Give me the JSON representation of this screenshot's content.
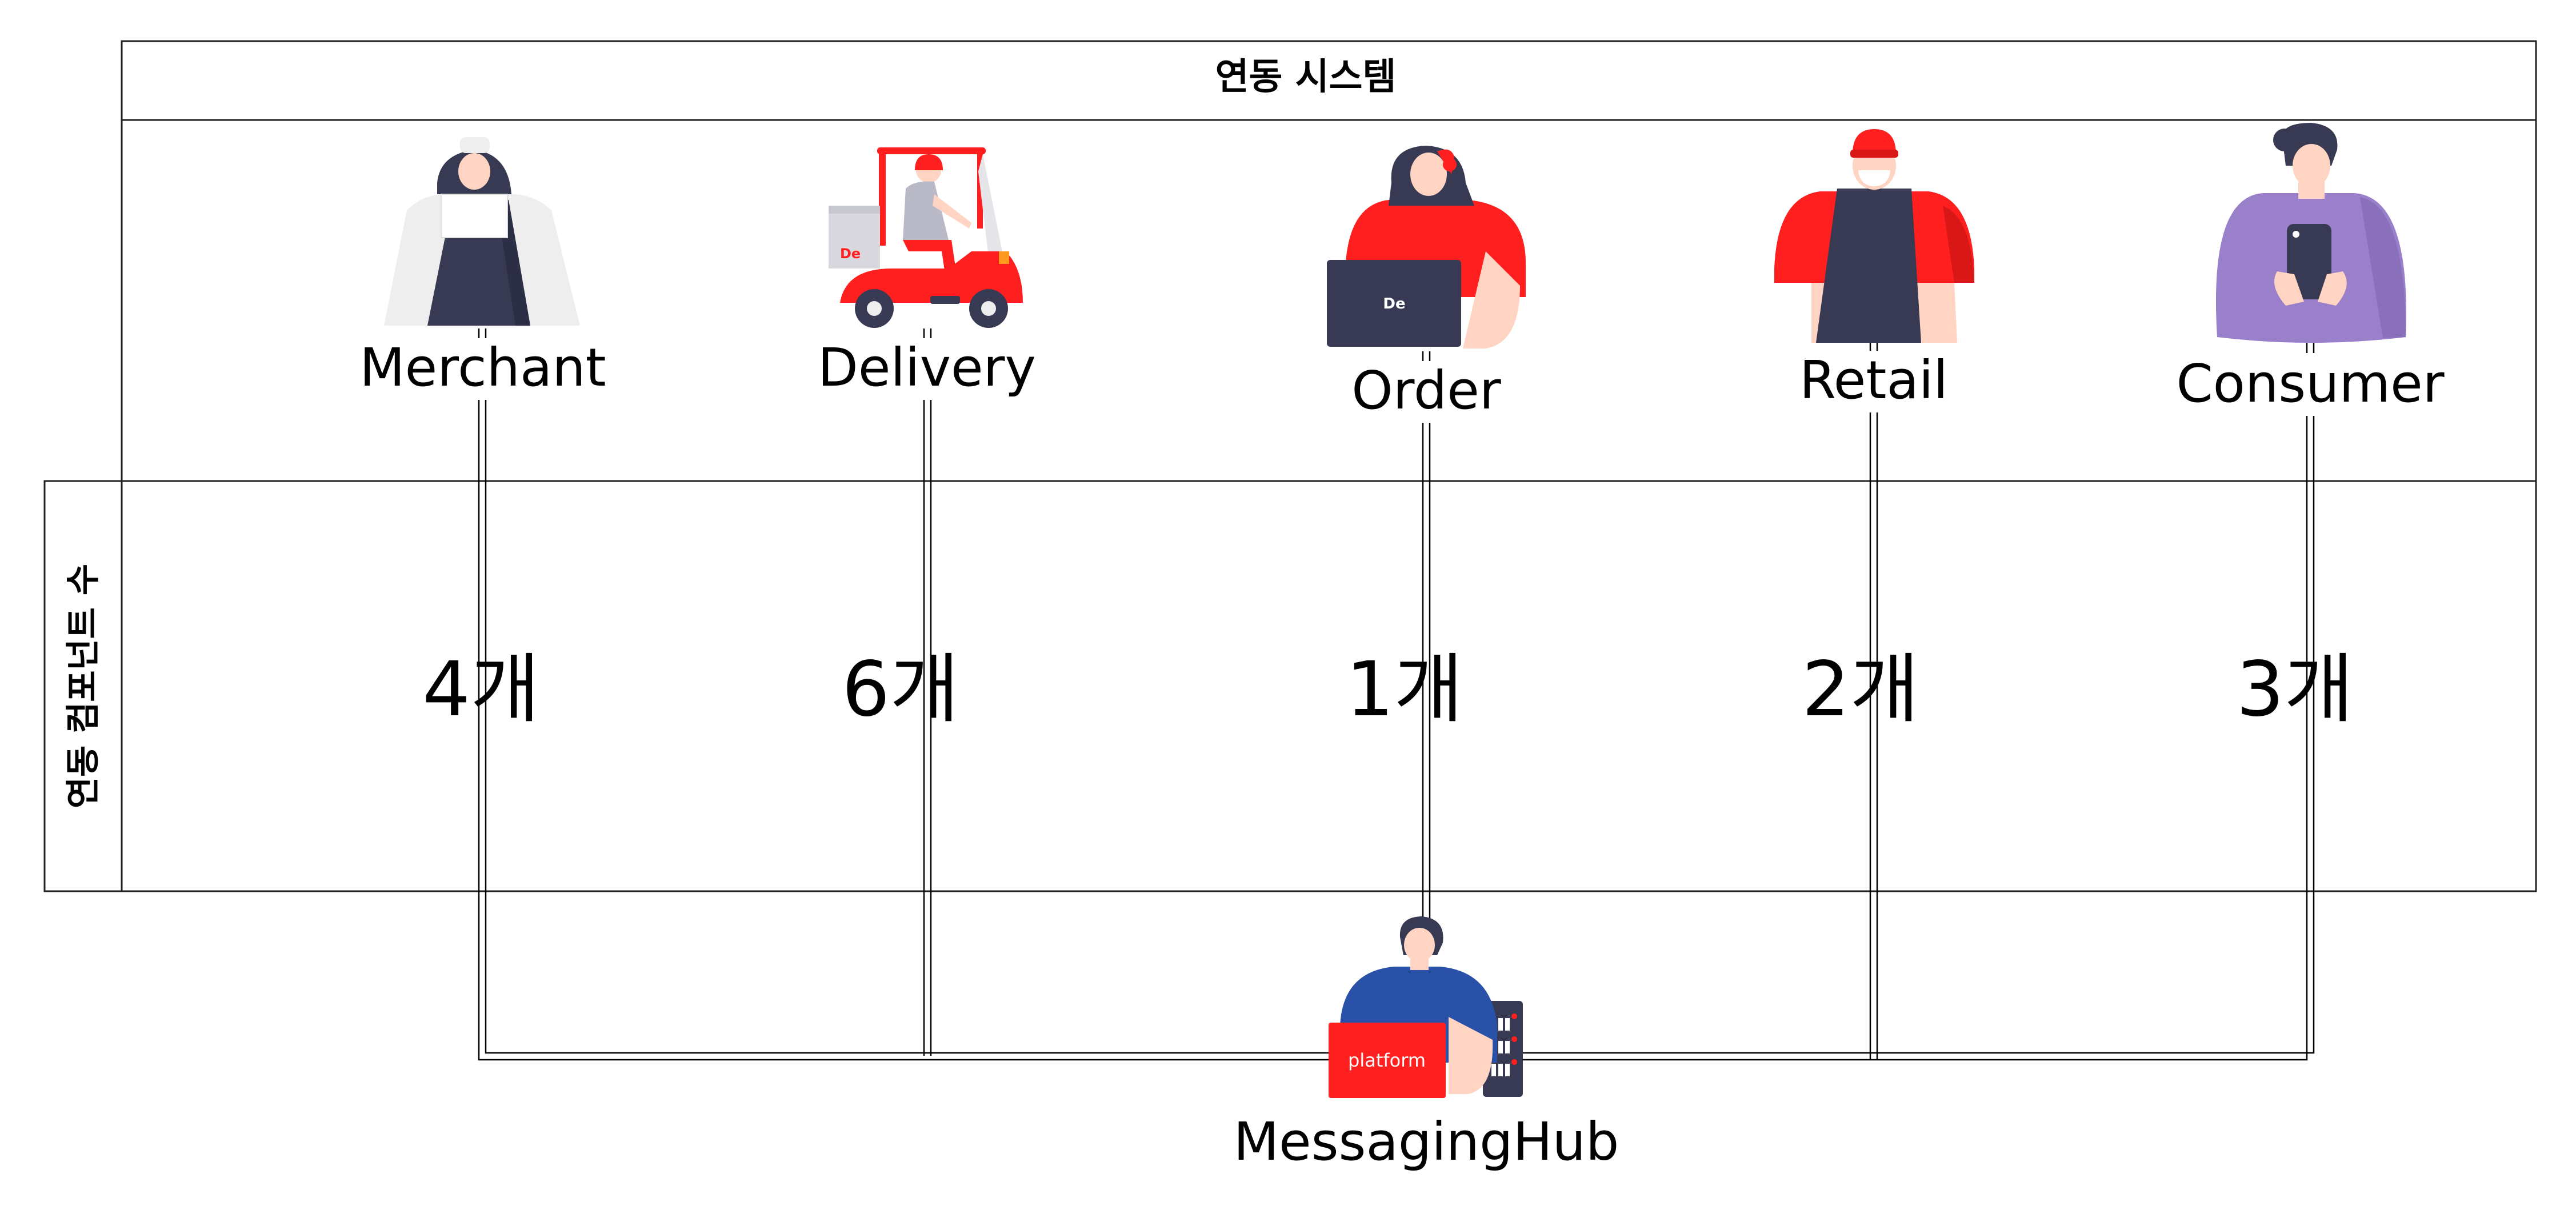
{
  "header": {
    "title": "연동 시스템"
  },
  "row_label": "연동 컴포넌트 수",
  "systems": [
    {
      "name": "Merchant",
      "count": "4개",
      "icon": "merchant-person-icon"
    },
    {
      "name": "Delivery",
      "count": "6개",
      "icon": "delivery-scooter-icon",
      "badge": "De"
    },
    {
      "name": "Order",
      "count": "1개",
      "icon": "order-operator-icon",
      "badge": "De"
    },
    {
      "name": "Retail",
      "count": "2개",
      "icon": "retail-worker-icon"
    },
    {
      "name": "Consumer",
      "count": "3개",
      "icon": "consumer-phone-icon"
    }
  ],
  "hub": {
    "name": "MessagingHub",
    "badge": "platform",
    "icon": "messaging-hub-operator-icon"
  },
  "colors": {
    "red": "#ff1f1f",
    "navy": "#383a54",
    "blue": "#2a51a8",
    "purple": "#9a7fcb",
    "skin": "#ffd4c2",
    "grey": "#eeeeee",
    "line": "#000000"
  }
}
